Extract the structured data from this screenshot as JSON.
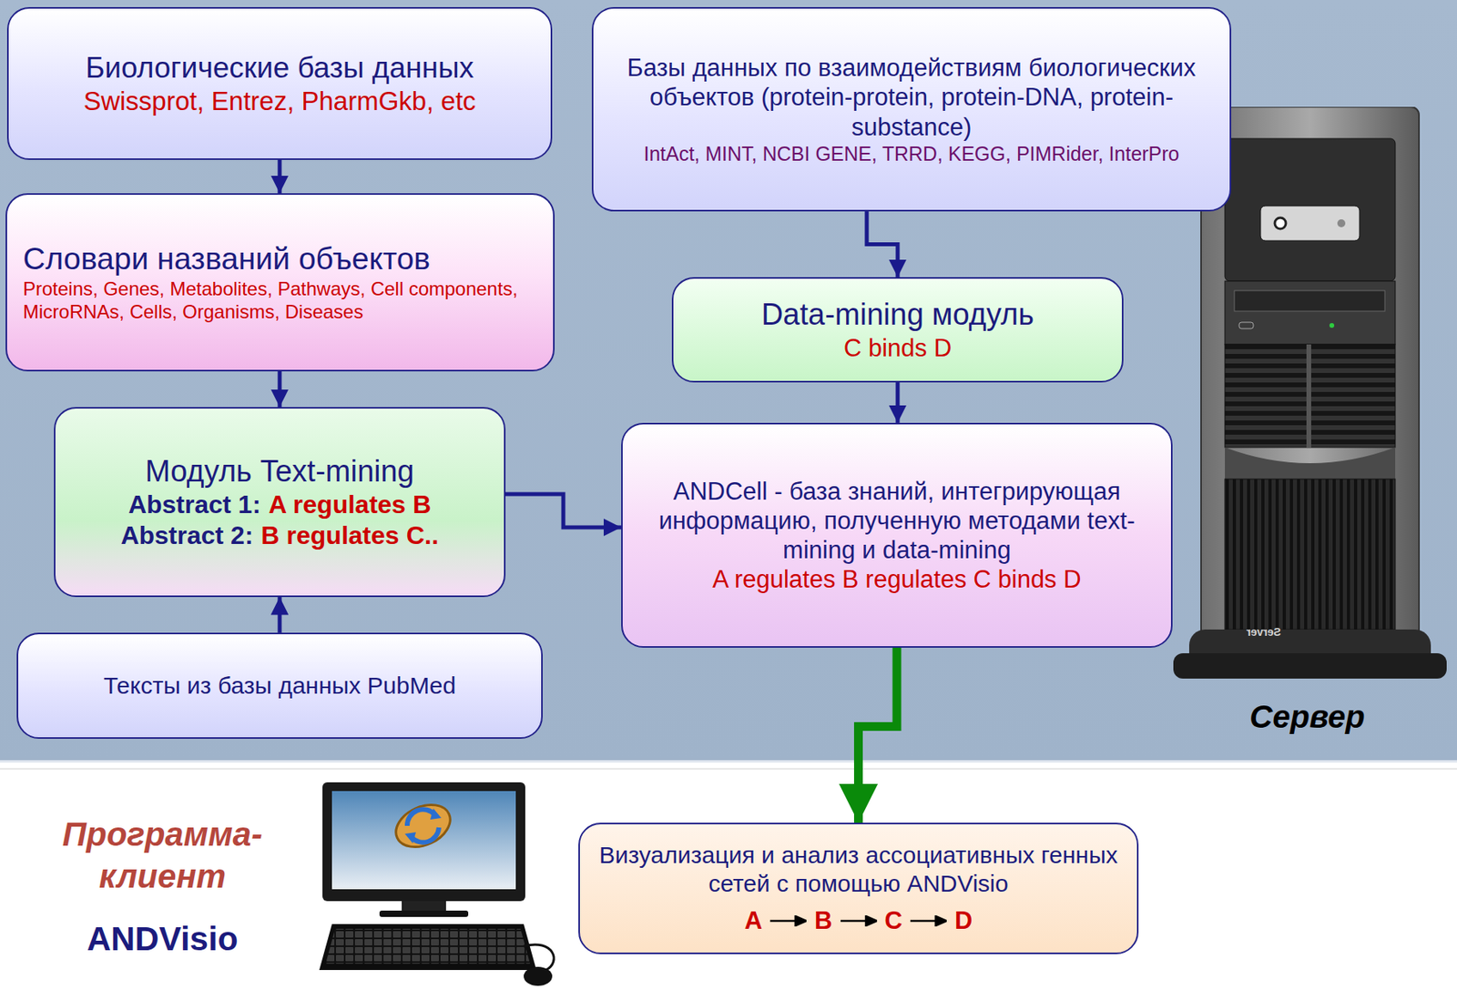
{
  "diagram": {
    "nodes": [
      {
        "text": [
          "Биологические базы данных",
          "Swissprot, Entrez, PharmGkb, etc"
        ]
      },
      {
        "text": [
          "Базы данных по взаимодействиям биологических объектов (protein-protein, protein-DNA, protein-substance)",
          "IntAct, MINT, NCBI GENE, TRRD, KEGG, PIMRider, InterPro"
        ]
      },
      {
        "text": [
          "Словари названий объектов",
          "Proteins, Genes, Metabolites, Pathways, Cell components, MicroRNAs, Cells, Organisms, Diseases"
        ]
      },
      {
        "text": [
          "Data-mining модуль",
          "C binds D"
        ]
      },
      {
        "text": [
          "Модуль Text-mining",
          "Abstract 1:",
          "A regulates B",
          "Abstract 2:",
          "B regulates C.."
        ]
      },
      {
        "text": [
          "ANDCell - база знаний, интегрирующая информацию, полученную методами text-mining и data-mining",
          "A regulates B regulates C binds D"
        ]
      },
      {
        "text": [
          "Тексты из базы данных PubMed"
        ]
      },
      {
        "text": [
          "Визуализация и анализ ассоциативных генных сетей с помощью ANDVisio",
          "A",
          "B",
          "C",
          "D"
        ]
      }
    ],
    "edges": [
      {
        "from": 0,
        "to": 2,
        "arrow": "to"
      },
      {
        "from": 2,
        "to": 4,
        "arrow": "to"
      },
      {
        "from": 6,
        "to": 4,
        "arrow": "to"
      },
      {
        "from": 4,
        "to": 5,
        "arrow": "to"
      },
      {
        "from": 1,
        "to": 3,
        "arrow": "to"
      },
      {
        "from": 3,
        "to": 5,
        "arrow": "to"
      },
      {
        "from": 5,
        "to": 7,
        "arrow": "to"
      }
    ],
    "labels": [
      "Сервер",
      "Server",
      "Программа-клиент",
      "ANDVisio"
    ]
  }
}
